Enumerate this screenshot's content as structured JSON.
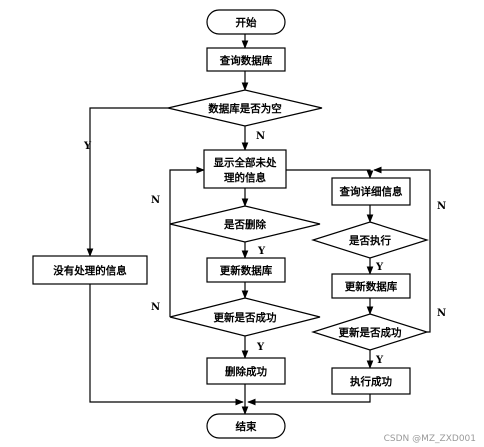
{
  "nodes": {
    "start": "开始",
    "query_db": "查询数据库",
    "db_empty": "数据库是否为空",
    "show_line1": "显示全部未处",
    "show_line2": "理的信息",
    "no_info": "没有处理的信息",
    "is_delete": "是否删除",
    "update_db_left": "更新数据库",
    "update_ok_left": "更新是否成功",
    "delete_ok": "删除成功",
    "query_detail": "查询详细信息",
    "is_execute": "是否执行",
    "update_db_right": "更新数据库",
    "update_ok_right": "更新是否成功",
    "execute_ok": "执行成功",
    "end": "结束"
  },
  "edge_labels": {
    "yes": "Y",
    "no": "N"
  },
  "watermark": "CSDN @MZ_ZXD001"
}
